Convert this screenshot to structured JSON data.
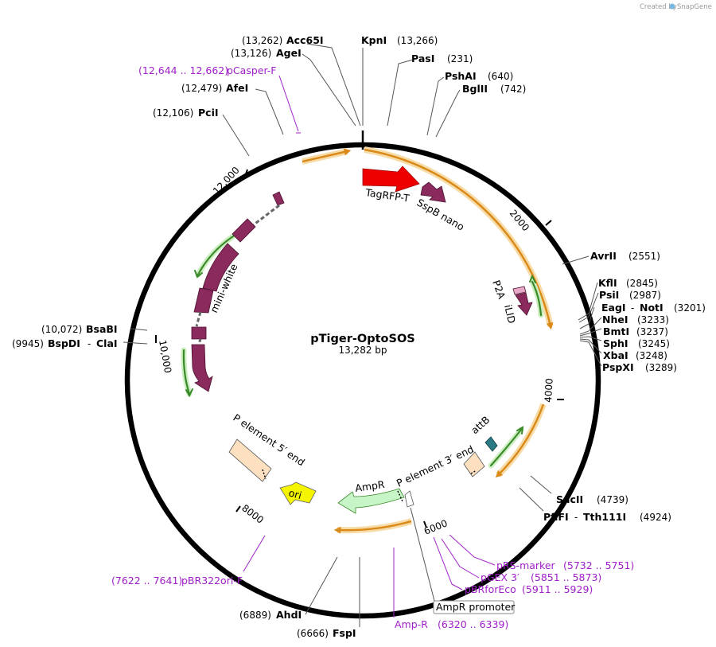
{
  "credit": "Created by",
  "credit_brand": "SnapGene",
  "plasmid": {
    "name": "pTiger-OptoSOS",
    "size": "13,282 bp"
  },
  "colors": {
    "cds": "#8b2a5c",
    "tagrfp": "#ee0000",
    "ori": "#f5f500",
    "ampr": "#c8f5c8",
    "p_element": "#fde0c0",
    "attb": "#2a7a84",
    "orf_arrow": "#d98a1a",
    "orf_glow": "#f7dca8",
    "green_arrow": "#3a8a2a",
    "primer": "#a020c8"
  },
  "ticks": [
    "2000",
    "4000",
    "6000",
    "8000",
    "10,000",
    "12,000"
  ],
  "features": {
    "tagrfp": "TagRFP-T",
    "sspb": "SspB nano",
    "p2a": "P2A",
    "ilid": "iLID",
    "attb": "attB",
    "p3": "P element 3′ end",
    "ampr": "AmpR",
    "ori": "ori",
    "p5": "P element 5′ end",
    "mini_white": "mini-white",
    "ampr_promoter": "AmpR promoter"
  },
  "enzymes": [
    {
      "name": "Acc65I",
      "pos": "(13,262)"
    },
    {
      "name": "KpnI",
      "pos": "(13,266)"
    },
    {
      "name": "AgeI",
      "pos": "(13,126)"
    },
    {
      "name": "PasI",
      "pos": "(231)"
    },
    {
      "name": "PshAI",
      "pos": "(640)"
    },
    {
      "name": "BglII",
      "pos": "(742)"
    },
    {
      "name": "AfeI",
      "pos": "(12,479)"
    },
    {
      "name": "PciI",
      "pos": "(12,106)"
    },
    {
      "name": "AvrII",
      "pos": "(2551)"
    },
    {
      "name": "KflI",
      "pos": "(2845)"
    },
    {
      "name": "PsiI",
      "pos": "(2987)"
    },
    {
      "name": "EagI",
      "sep": "-",
      "name2": "NotI",
      "pos": "(3201)"
    },
    {
      "name": "NheI",
      "pos": "(3233)"
    },
    {
      "name": "BmtI",
      "pos": "(3237)"
    },
    {
      "name": "SphI",
      "pos": "(3245)"
    },
    {
      "name": "XbaI",
      "pos": "(3248)"
    },
    {
      "name": "PspXI",
      "pos": "(3289)"
    },
    {
      "name": "BsaBI",
      "pos": "(10,072)"
    },
    {
      "name": "BspDI",
      "sep": "-",
      "name2": "ClaI",
      "pos": "(9945)"
    },
    {
      "name": "SacII",
      "pos": "(4739)"
    },
    {
      "name": "PflFI",
      "sep": "-",
      "name2": "Tth111I",
      "pos": "(4924)"
    },
    {
      "name": "AhdI",
      "pos": "(6889)"
    },
    {
      "name": "FspI",
      "pos": "(6666)"
    }
  ],
  "primers": [
    {
      "name": "pCasper-F",
      "range": "(12,644 .. 12,662)"
    },
    {
      "name": "pRS-marker",
      "range": "(5732 .. 5751)"
    },
    {
      "name": "pGEX 3′",
      "range": "(5851 .. 5873)"
    },
    {
      "name": "pBRforEco",
      "range": "(5911 .. 5929)"
    },
    {
      "name": "Amp-R",
      "range": "(6320 .. 6339)"
    },
    {
      "name": "pBR322ori-F",
      "range": "(7622 .. 7641)"
    }
  ]
}
